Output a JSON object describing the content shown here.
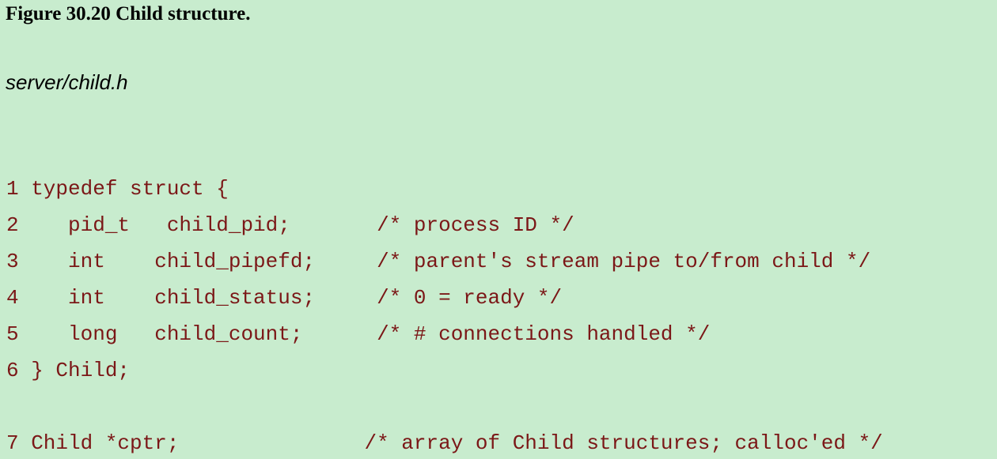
{
  "caption": "Figure 30.20 Child structure.",
  "filename": "server/child.h",
  "code": [
    "1 typedef struct {",
    "2    pid_t   child_pid;       /* process ID */",
    "3    int    child_pipefd;     /* parent's stream pipe to/from child */",
    "4    int    child_status;     /* 0 = ready */",
    "5    long   child_count;      /* # connections handled */",
    "6 } Child;",
    "7 Child *cptr;               /* array of Child structures; calloc'ed */"
  ],
  "colors": {
    "background": "#c8ecce",
    "code_text": "#7b1717",
    "caption_text": "#000000"
  }
}
